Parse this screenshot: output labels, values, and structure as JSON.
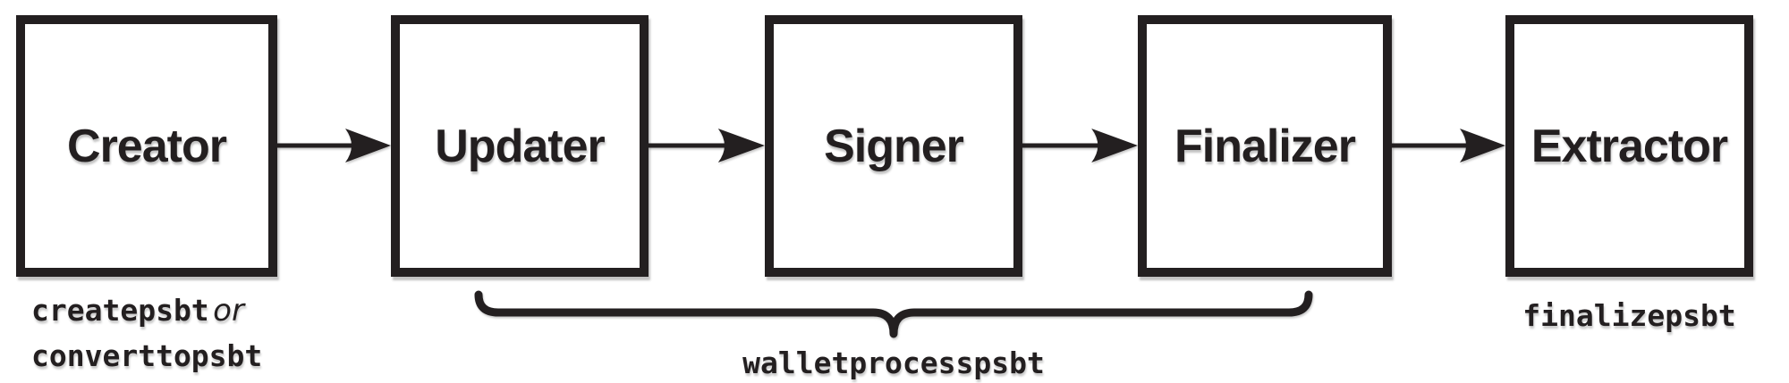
{
  "diagram": {
    "ink_color": "#231f20",
    "background_color": "#ffffff",
    "boxes": [
      {
        "label": "Creator"
      },
      {
        "label": "Updater"
      },
      {
        "label": "Signer"
      },
      {
        "label": "Finalizer"
      },
      {
        "label": "Extractor"
      }
    ],
    "arrows": [
      {
        "name": "creator-to-updater"
      },
      {
        "name": "updater-to-signer"
      },
      {
        "name": "signer-to-finalizer"
      },
      {
        "name": "finalizer-to-extractor"
      }
    ],
    "captions": {
      "creator": {
        "code_primary": "createpsbt",
        "conjunction": "or",
        "code_secondary": "converttopsbt"
      },
      "wallet_process": {
        "code": "walletprocesspsbt"
      },
      "extractor": {
        "code": "finalizepsbt"
      }
    }
  }
}
